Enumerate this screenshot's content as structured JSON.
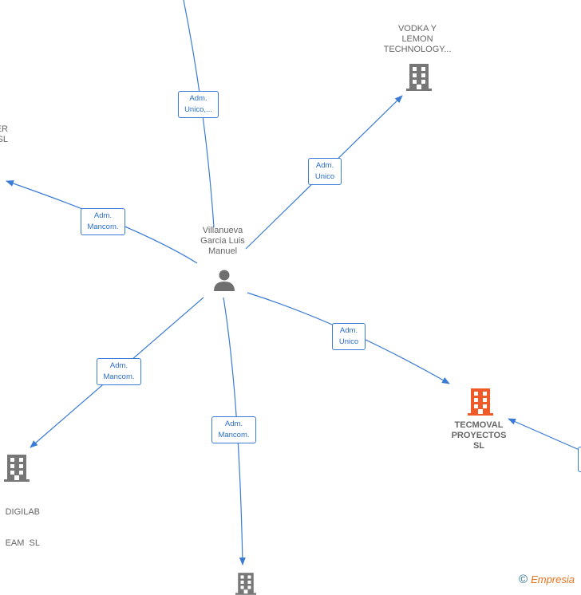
{
  "center": {
    "name_lines": [
      "Villanueva",
      "Garcia Luis",
      "Manuel"
    ],
    "icon": "person-icon"
  },
  "nodes": [
    {
      "id": "vodka",
      "lines": [
        "VODKA Y",
        "LEMON",
        "TECHNOLOGY..."
      ],
      "icon": "building-icon",
      "color": "#777777"
    },
    {
      "id": "left",
      "lines": [
        "ER",
        "SL"
      ],
      "icon": "building-icon",
      "color": "#777777"
    },
    {
      "id": "digilab",
      "lines": [
        "DIGILAB",
        "EAM  SL"
      ],
      "icon": "building-icon",
      "color": "#777777"
    },
    {
      "id": "tecmoval",
      "lines": [
        "TECMOVAL",
        "PROYECTOS",
        "SL"
      ],
      "icon": "building-icon",
      "color": "#f05a28"
    },
    {
      "id": "bottom",
      "icon": "building-icon",
      "color": "#777777"
    }
  ],
  "relations": [
    {
      "lines": [
        "Adm.",
        "Unico,..."
      ]
    },
    {
      "lines": [
        "Adm.",
        "Unico"
      ]
    },
    {
      "lines": [
        "Adm.",
        "Mancom."
      ]
    },
    {
      "lines": [
        "Adm.",
        "Mancom."
      ]
    },
    {
      "lines": [
        "Adm.",
        "Mancom."
      ]
    },
    {
      "lines": [
        "Adm.",
        "Unico"
      ]
    }
  ],
  "colors": {
    "edge": "#3a7bd5",
    "building": "#777777",
    "highlight": "#f05a28"
  },
  "brand": {
    "copyright": "©",
    "name": "Empresia"
  }
}
